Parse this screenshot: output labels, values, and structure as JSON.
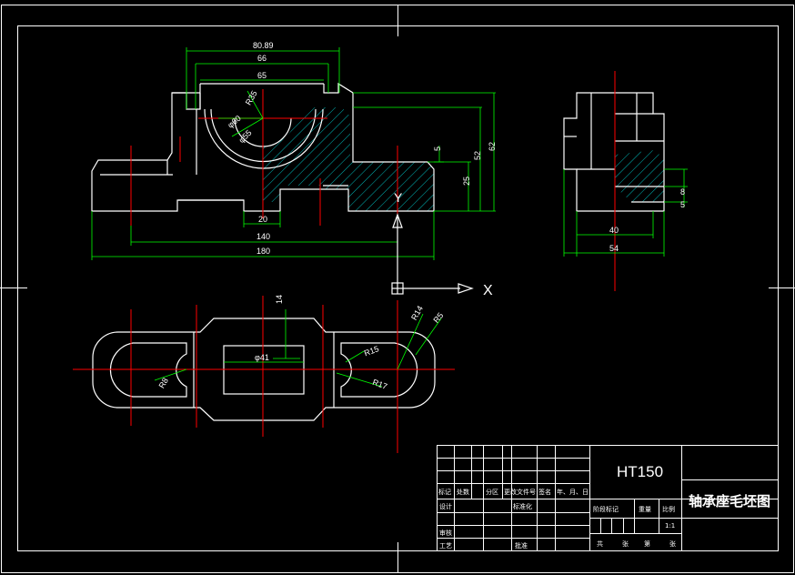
{
  "colors": {
    "background": "#000000",
    "outline": "#ffffff",
    "dimension": "#00ff00",
    "centerline": "#ff0000",
    "hatch": "#00e5e5",
    "ucs": "#ffffff"
  },
  "front_view": {
    "dim_top_1": "80.89",
    "dim_top_2": "66",
    "dim_top_3": "65",
    "dim_inner_radius": "R35",
    "dim_phi60": "φ60",
    "dim_phi55": "φ55",
    "dim_v1": "5",
    "dim_v2": "52",
    "dim_v3": "62",
    "dim_v4": "25",
    "dim_bottom_1": "20",
    "dim_bottom_2": "140",
    "dim_bottom_3": "180"
  },
  "side_view": {
    "dim_v_small_1": "8",
    "dim_v_small_2": "5",
    "dim_bottom_1": "40",
    "dim_bottom_2": "54"
  },
  "top_view": {
    "dim_14": "14",
    "dim_phi41": "φ41",
    "dim_r14": "R14",
    "dim_r5": "R5",
    "dim_r15": "R15",
    "dim_r17": "R17",
    "dim_r8": "R8"
  },
  "ucs": {
    "x_label": "X",
    "y_label": "Y"
  },
  "title_block": {
    "material": "HT150",
    "drawing_title": "轴承座毛坯图",
    "header_cells": [
      "标记",
      "处数",
      "分区",
      "更改文件号",
      "签名",
      "年、月、日"
    ],
    "row_design": "设计",
    "row_standard": "标准化",
    "row_review": "审核",
    "row_process": "工艺",
    "row_approve": "批准",
    "stage_headers": [
      "阶段标记",
      "重量",
      "比例"
    ],
    "scale_value": "1:1",
    "sheet_text": [
      "共",
      "张",
      "第",
      "张"
    ]
  }
}
